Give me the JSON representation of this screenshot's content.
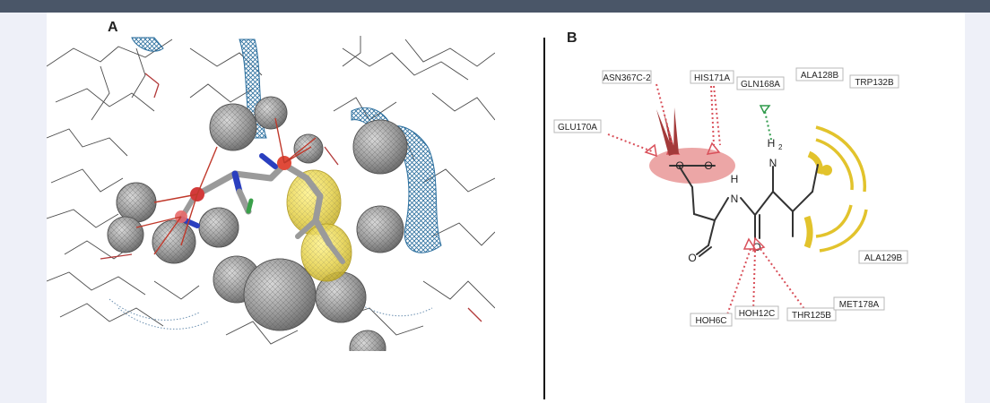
{
  "panels": {
    "a_label": "A",
    "b_label": "B"
  },
  "residues": {
    "asn367c2": "ASN367C-2",
    "his171a": "HIS171A",
    "gln168a": "GLN168A",
    "ala128b": "ALA128B",
    "trp132b": "TRP132B",
    "glu170a": "GLU170A",
    "ala129b": "ALA129B",
    "hoh6c": "HOH6C",
    "hoh12c": "HOH12C",
    "thr125b": "THR125B",
    "met178a": "MET178A"
  },
  "atoms": {
    "o_left": "O",
    "o_right": "O",
    "o_aldehyde": "O",
    "o_amide": "O",
    "n_amide": "N",
    "h_amide": "H",
    "n_amine": "N",
    "h2_amine": "H",
    "h2_sub": "2"
  },
  "colors": {
    "hbond_acceptor": "#d9505a",
    "hbond_donor": "#2e9a4a",
    "hydrophobic": "#e2c32c",
    "negative_ionizable": "#e06a6a",
    "mesh": "#2c6f9e",
    "carbon_stick": "#9a9a9a"
  }
}
